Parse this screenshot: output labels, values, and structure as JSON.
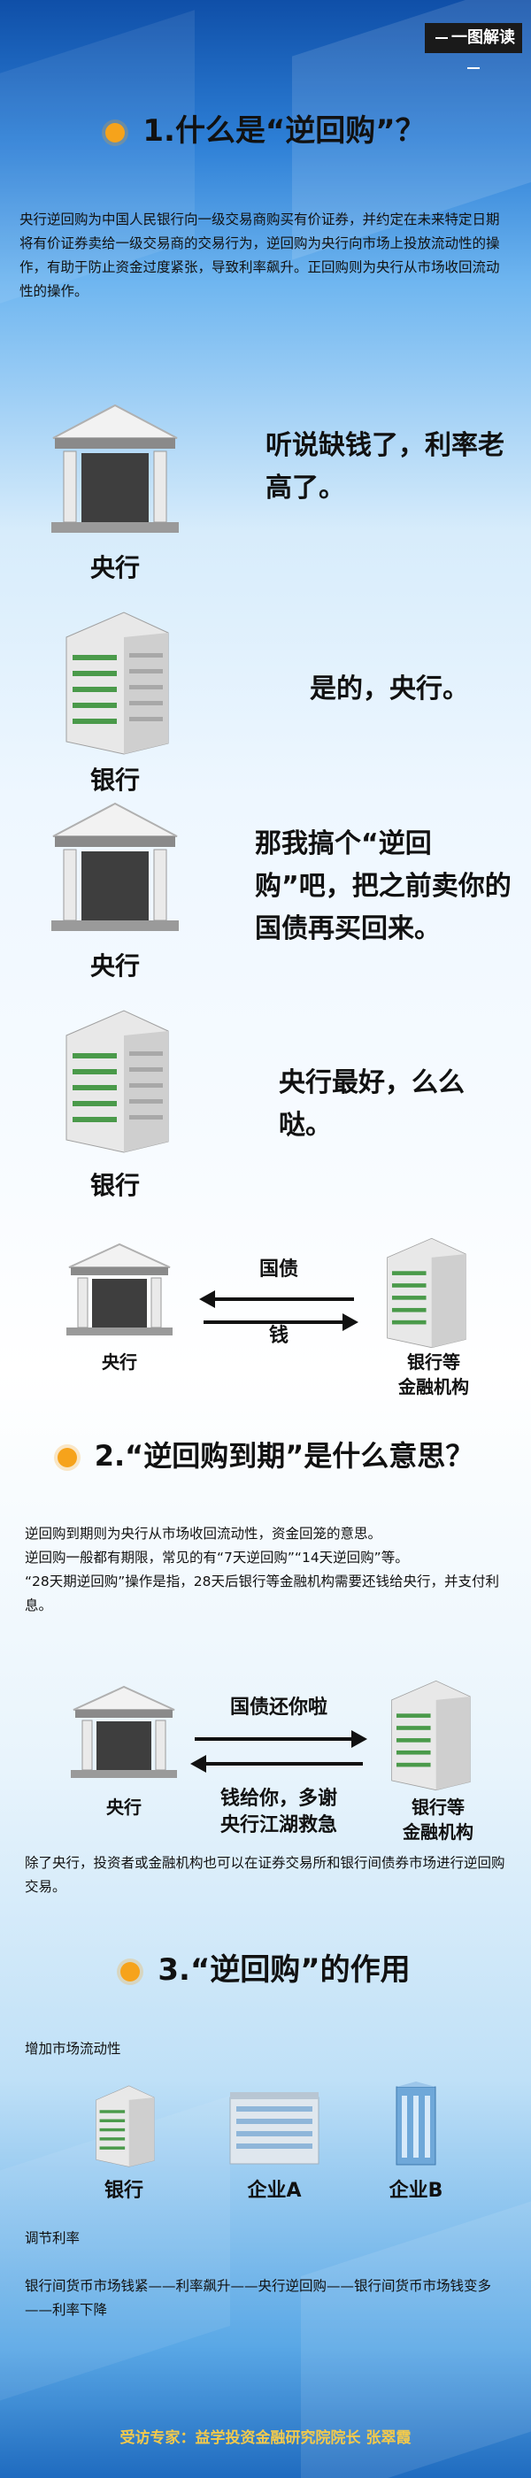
{
  "header": {
    "tag": "一图解读"
  },
  "section1": {
    "number": "1.",
    "title": "什么是“逆回购”？",
    "intro": "央行逆回购为中国人民银行向一级交易商购买有价证券，并约定在未来特定日期将有价证券卖给一级交易商的交易行为，逆回购为央行向市场上投放流动性的操作，有助于防止资金过度紧张，导致利率飙升。正回购则为央行从市场收回流动性的操作。",
    "dialogue": [
      {
        "speaker": "央行",
        "line": "听说缺钱了，利率老高了。"
      },
      {
        "speaker": "银行",
        "line": "是的，央行。"
      },
      {
        "speaker": "央行",
        "line": "那我搞个“逆回购”吧，把之前卖你的国债再买回来。"
      },
      {
        "speaker": "银行",
        "line": "央行最好，么么哒。"
      }
    ],
    "flow": {
      "left": "央行",
      "right": "银行等\n金融机构",
      "top": "国债",
      "bottom": "钱"
    }
  },
  "section2": {
    "number": "2.",
    "title": "“逆回购到期”是什么意思？",
    "p1": "逆回购到期则为央行从市场收回流动性，资金回笼的意思。",
    "p2": "逆回购一般都有期限，常见的有“7天逆回购”“14天逆回购”等。",
    "p3": "“28天期逆回购”操作是指，28天后银行等金融机构需要还钱给央行，并支付利息。",
    "flow": {
      "left": "央行",
      "right": "银行等\n金融机构",
      "top": "国债还你啦",
      "bottom": "钱给你，多谢\n央行江湖救急"
    },
    "p4": "除了央行，投资者或金融机构也可以在证券交易所和银行间债券市场进行逆回购交易。"
  },
  "section3": {
    "number": "3.",
    "title": "“逆回购”的作用",
    "sub1": "增加市场流动性",
    "entities": [
      "银行",
      "企业A",
      "企业B"
    ],
    "sub2": "调节利率",
    "chain": "银行间货币市场钱紧——利率飙升——央行逆回购——银行间货币市场钱变多——利率下降"
  },
  "footer": {
    "text": "受访专家：益学投资金融研究院院长 张翠霞"
  },
  "colors": {
    "accent": "#f6a31b",
    "brand": "#1f6bbf"
  }
}
